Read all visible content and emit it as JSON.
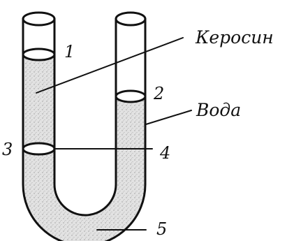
{
  "labels": {
    "kerosene": "Керосин",
    "water": "Вода",
    "point_1": "1",
    "point_2": "2",
    "point_3": "3",
    "point_4": "4",
    "point_5": "5"
  },
  "colors": {
    "outline": "#111111",
    "liquid_fill": "#dedede",
    "background": "#ffffff"
  }
}
